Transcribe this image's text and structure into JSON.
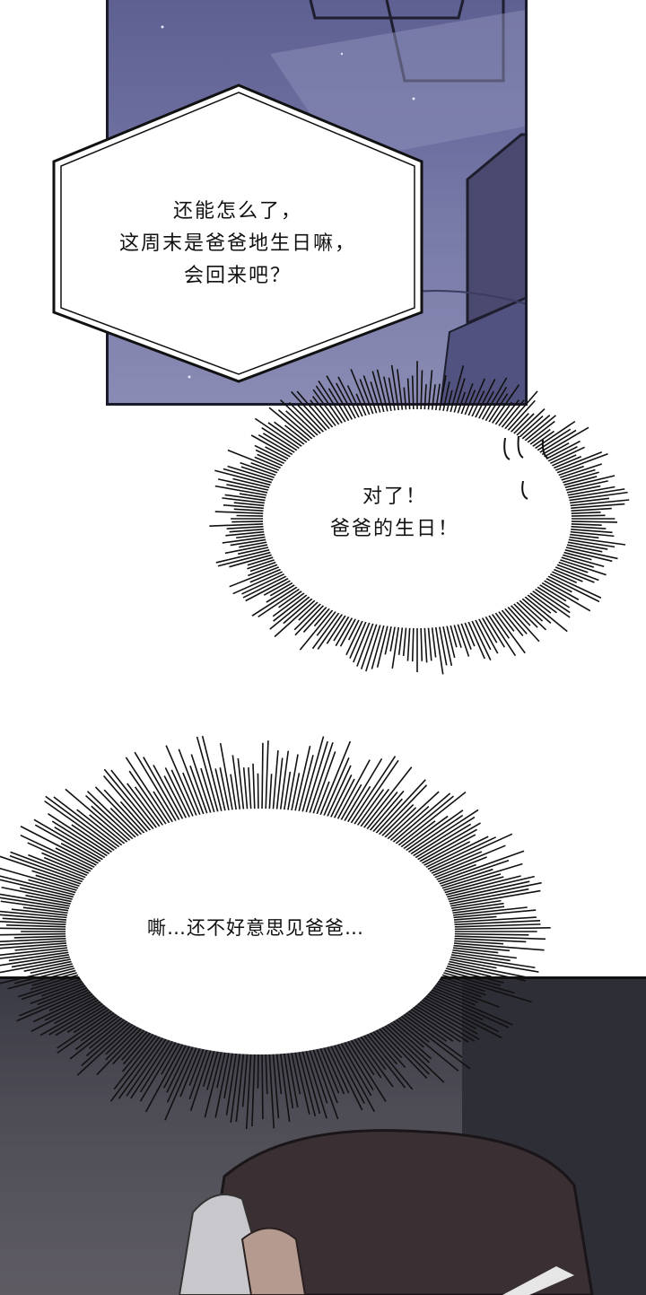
{
  "bubbles": {
    "speech": "还能怎么了，\n这周末是爸爸地生日嘛，\n会回来吧？",
    "burst_one": "对了！\n爸爸的生日！",
    "burst_two": "嘶…还不好意思见爸爸…"
  },
  "colors": {
    "top_panel": "#6d6fa0",
    "bottom_panel": "#4d4c55",
    "ink": "#111111"
  }
}
